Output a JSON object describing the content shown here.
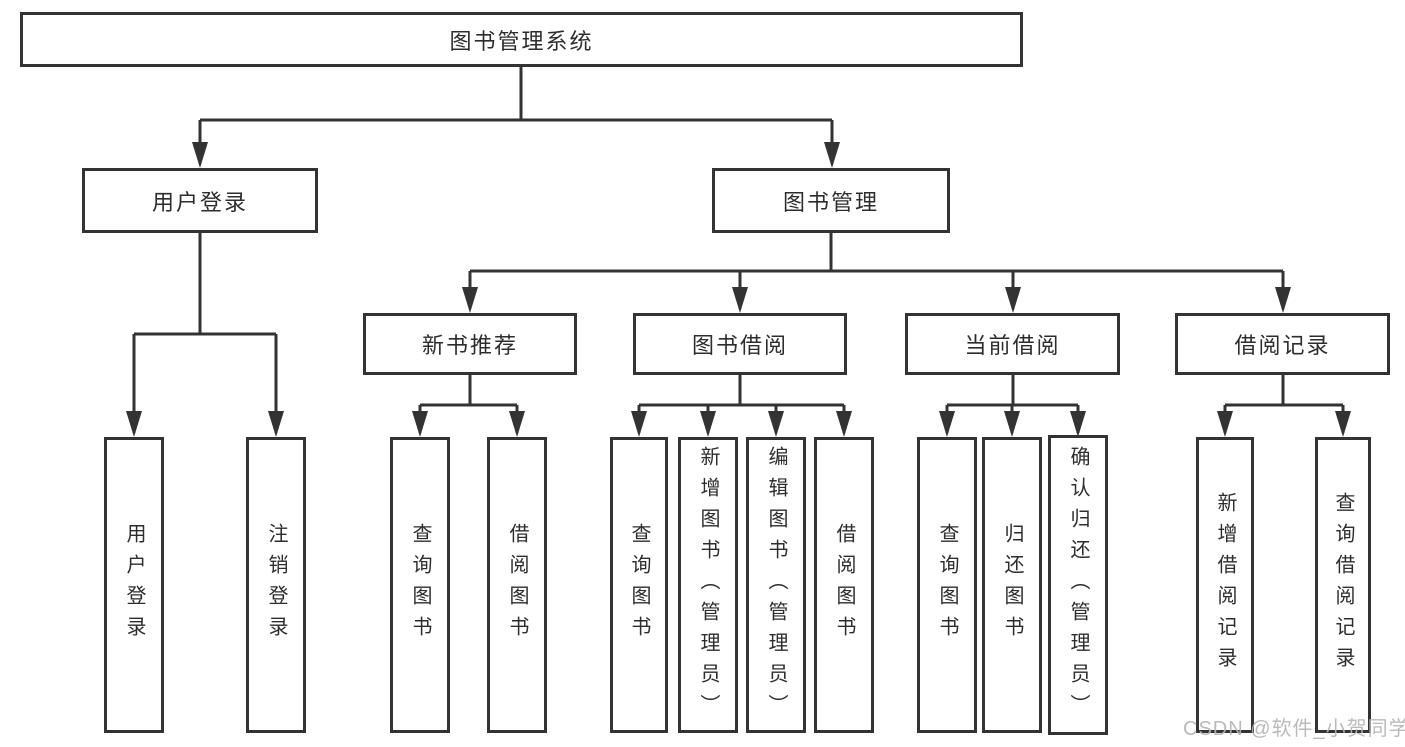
{
  "tree": {
    "root": {
      "label": "图书管理系统",
      "children": [
        {
          "label": "用户登录",
          "children": [
            {
              "label": "用户登录"
            },
            {
              "label": "注销登录"
            }
          ]
        },
        {
          "label": "图书管理",
          "children": [
            {
              "label": "新书推荐",
              "children": [
                {
                  "label": "查询图书"
                },
                {
                  "label": "借阅图书"
                }
              ]
            },
            {
              "label": "图书借阅",
              "children": [
                {
                  "label": "查询图书"
                },
                {
                  "label": "新增图书（管理员）"
                },
                {
                  "label": "编辑图书（管理员）"
                },
                {
                  "label": "借阅图书"
                }
              ]
            },
            {
              "label": "当前借阅",
              "children": [
                {
                  "label": "查询图书"
                },
                {
                  "label": "归还图书"
                },
                {
                  "label": "确认归还（管理员）"
                }
              ]
            },
            {
              "label": "借阅记录",
              "children": [
                {
                  "label": "新增借阅记录"
                },
                {
                  "label": "查询借阅记录"
                }
              ]
            }
          ]
        }
      ]
    },
    "colors": {
      "line": "#333333",
      "box_border": "#333333",
      "box_fill": "#ffffff",
      "text": "#2d2d2d",
      "background": "#ffffff",
      "watermark": "#b5b5b5"
    }
  },
  "watermark": {
    "text": "CSDN @软件_小贺同学"
  }
}
